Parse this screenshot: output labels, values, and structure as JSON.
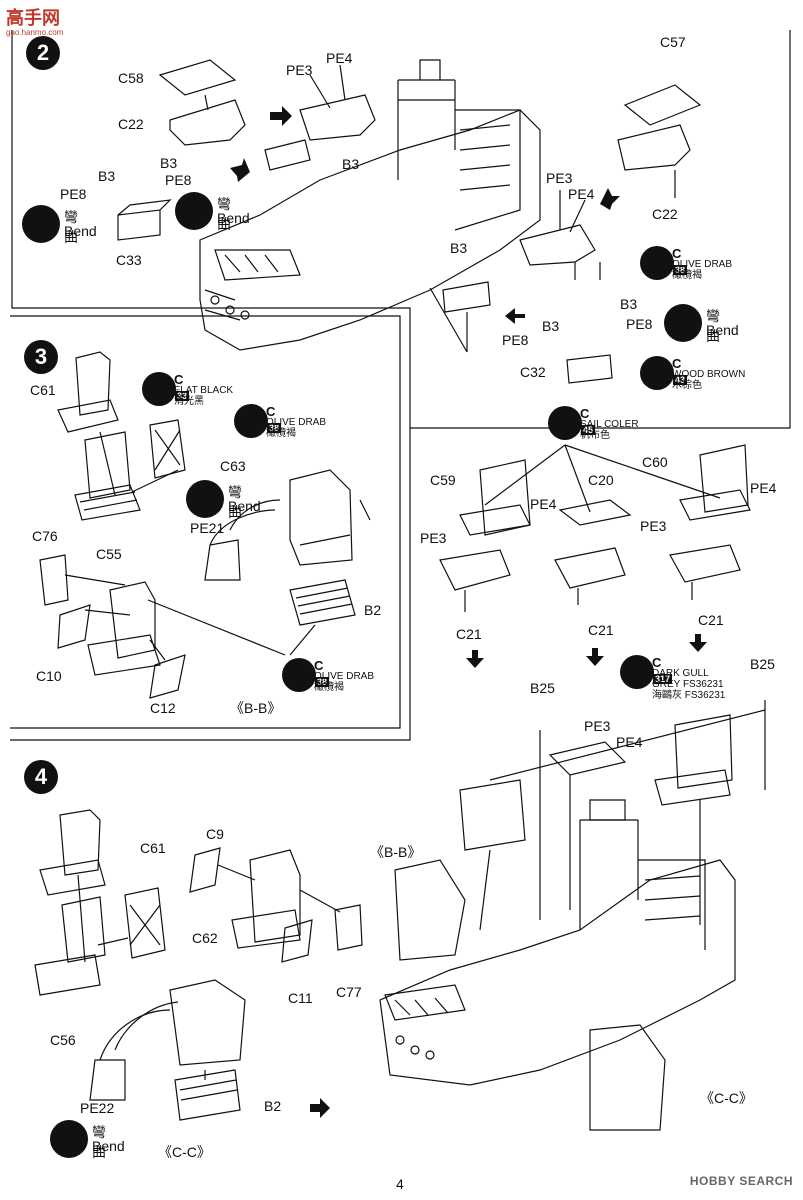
{
  "header": {
    "logo_text": "高手网",
    "logo_sub": "gao.hanmo.com"
  },
  "watermark": "HOBBY SEARCH",
  "page_number": "4",
  "steps": [
    "2",
    "3",
    "4"
  ],
  "bend": {
    "cn": "彎曲",
    "en": "Bend"
  },
  "colors": {
    "c38": {
      "code": "C",
      "num": "38",
      "name_en": "OLIVE DRAB",
      "name_cn": "橄欖褐"
    },
    "c43": {
      "code": "C",
      "num": "43",
      "name_en": "WOOD BROWN",
      "name_cn": "木棕色"
    },
    "c33": {
      "code": "C",
      "num": "33",
      "name_en": "FLAT BLACK",
      "name_cn": "消光黑"
    },
    "c45": {
      "code": "C",
      "num": "45",
      "name_en": "SAIL COLER",
      "name_cn": "帆布色"
    },
    "c317": {
      "code": "C",
      "num": "317",
      "name_en1": "DARK GULL",
      "name_en2": "GREY FS36231",
      "name_cn": "海鷗灰 FS36231"
    }
  },
  "parts": {
    "C58": "C58",
    "C22": "C22",
    "B3": "B3",
    "PE8": "PE8",
    "PE3": "PE3",
    "PE4": "PE4",
    "C33": "C33",
    "C57": "C57",
    "C32": "C32",
    "C61": "C61",
    "C63": "C63",
    "C55": "C55",
    "PE21": "PE21",
    "C76": "C76",
    "C10": "C10",
    "C12": "C12",
    "B2": "B2",
    "C59": "C59",
    "C20": "C20",
    "C60": "C60",
    "C21": "C21",
    "B25": "B25",
    "C9": "C9",
    "C62": "C62",
    "C56": "C56",
    "C11": "C11",
    "C77": "C77",
    "PE22": "PE22"
  },
  "views": {
    "bb": "《B-B》",
    "cc": "《C-C》"
  }
}
